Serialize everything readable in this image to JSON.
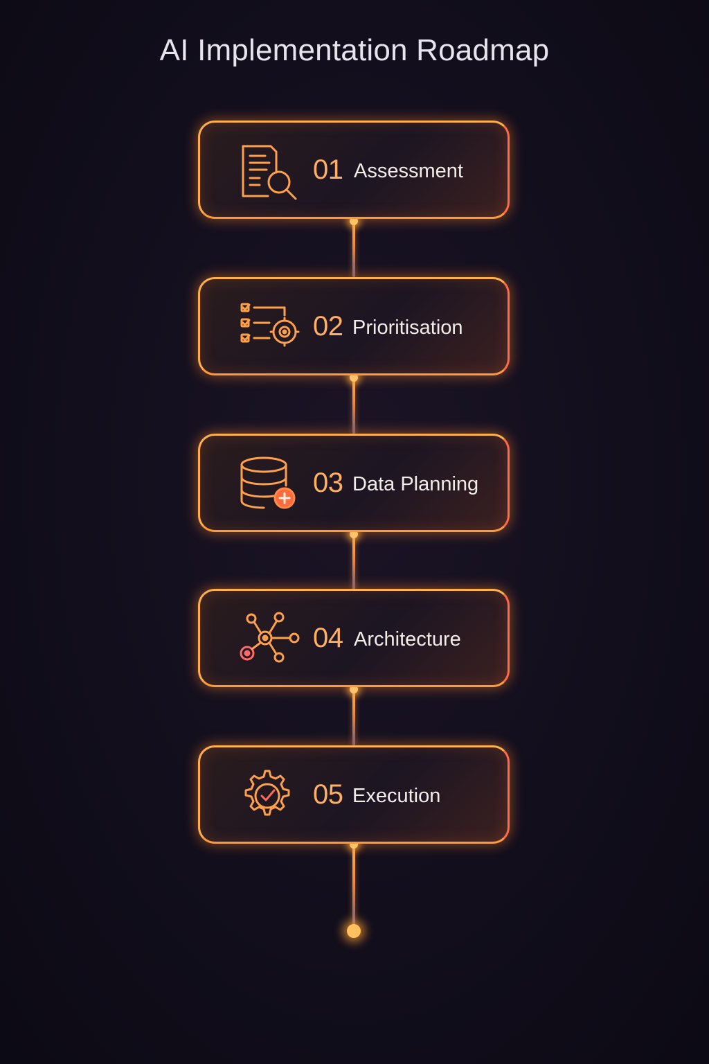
{
  "title": "AI Implementation Roadmap",
  "colors": {
    "accent": "#ff9a3c",
    "accent_hot": "#ff6a4a",
    "number": "#ffb064",
    "background": "#120e1c",
    "text": "#f2ede8"
  },
  "steps": [
    {
      "number": "01",
      "label": "Assessment",
      "icon": "document-search-icon"
    },
    {
      "number": "02",
      "label": "Prioritisation",
      "icon": "checklist-target-icon"
    },
    {
      "number": "03",
      "label": "Data Planning",
      "icon": "database-add-icon"
    },
    {
      "number": "04",
      "label": "Architecture",
      "icon": "network-nodes-icon"
    },
    {
      "number": "05",
      "label": "Execution",
      "icon": "gear-check-icon"
    }
  ]
}
